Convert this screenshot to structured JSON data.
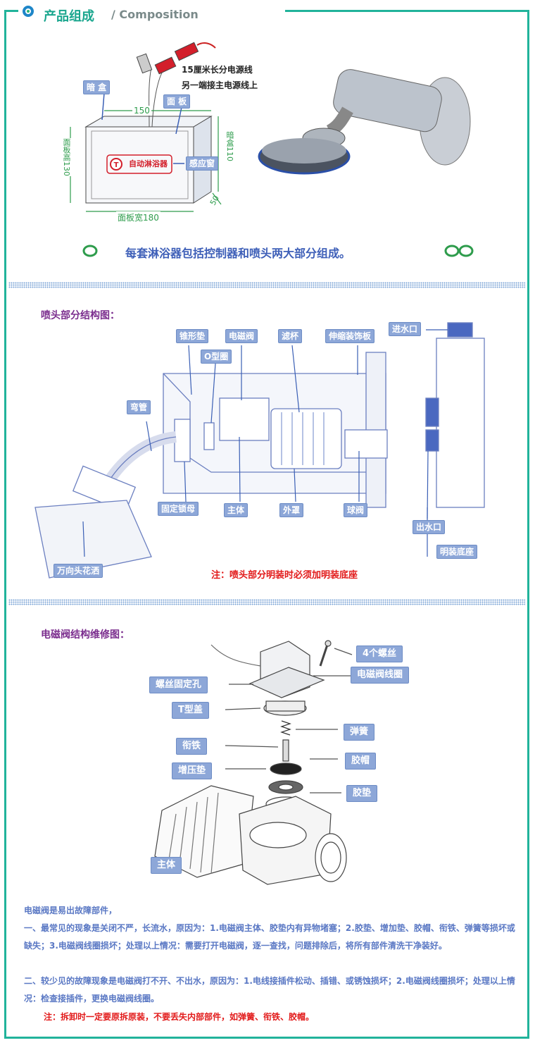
{
  "header": {
    "title": "产品组成",
    "subtitle": "/ Composition"
  },
  "composition": {
    "cable_note_1": "15厘米长分电源线",
    "cable_note_2": "另一端接主电源线上",
    "labels": {
      "dark_box": "暗 盒",
      "panel": "面 板",
      "sensor_window": "感应窗"
    },
    "dims": {
      "top": "150",
      "left": "面板高130",
      "right": "暗盒110",
      "depth": "50",
      "bottom": "面板宽180"
    },
    "brand_text": "自动淋浴器",
    "summary": "每套淋浴器包括控制器和喷头两大部分组成。"
  },
  "shower_section": {
    "title": "喷头部分结构图：",
    "labels": {
      "cone_gasket": "锥形垫",
      "solenoid_valve": "电磁阀",
      "o_ring": "O型圈",
      "filter_cup": "滤杯",
      "telescopic_cover": "伸缩装饰板",
      "water_inlet": "进水口",
      "elbow": "弯管",
      "lock_nut": "固定锁母",
      "main_body": "主体",
      "outer_cover": "外罩",
      "ball_valve": "球阀",
      "water_outlet": "出水口",
      "exposed_base": "明装底座",
      "universal_head": "万向头花洒"
    },
    "note": "注：喷头部分明装时必须加明装底座"
  },
  "valve_section": {
    "title": "电磁阀结构维修图：",
    "labels": {
      "screws": "4个螺丝",
      "coil": "电磁阀线圈",
      "screw_hole": "螺丝固定孔",
      "t_cap": "T型盖",
      "spring": "弹簧",
      "armature": "衔铁",
      "rubber_cap": "胶帽",
      "pressure_pad": "增压垫",
      "rubber_gasket": "胶垫",
      "main_body": "主体"
    }
  },
  "repair_text": {
    "p0": "电磁阀是易出故障部件，",
    "p1": "一、最常见的现象是关闭不严，长流水，原因为：1.电磁阀主体、胶垫内有异物堵塞；2.胶垫、增加垫、胶帽、衔铁、弹簧等损坏或缺失；3.电磁阀线圈损坏；处理以上情况：需要打开电磁阀，逐一查找，问题排除后，将所有部件清洗干净装好。",
    "p2": "二、较少见的故障现象是电磁阀打不开、不出水，原因为：1.电线接插件松动、插错、或锈蚀损坏；2.电磁阀线圈损坏；处理以上情况：检查接插件，更换电磁阀线圈。",
    "note": "注：拆卸时一定要原拆原装，不要丢失内部部件，如弹簧、衔铁、胶帽。"
  },
  "colors": {
    "accent": "#21b39b",
    "label_bg": "#8da7d8",
    "line": "#7f94cf",
    "red": "#e21a1a",
    "purple": "#7b2e8e",
    "green_dim": "#2e9c4c",
    "text_blue": "#5a78c4"
  }
}
